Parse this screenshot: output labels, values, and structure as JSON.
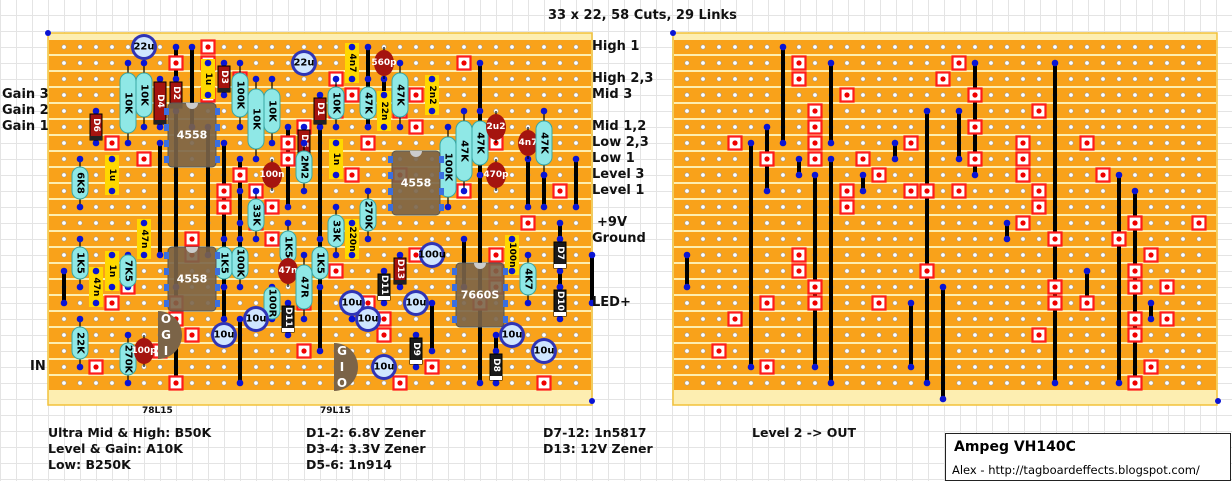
{
  "title": "33 x 22, 58 Cuts, 29 Links",
  "grid": {
    "cols": 33,
    "rows": 22
  },
  "colors": {
    "board_bg": "#fdeeb1",
    "strip": "#f9a21a",
    "strip_gap": "#ffe39b",
    "hole": "#ffffff",
    "cut_border": "#ff1a1a",
    "link": "#000000",
    "pad": "#0a14d4",
    "resistor": "#8fe8e6",
    "film_cap": "#ffd800",
    "ceramic_cap": "#a5140f",
    "electrolytic": "#2f34b6",
    "ic": "#7b6448",
    "zener": "#a5140f",
    "diode": "#1a1a1a"
  },
  "left_labels": [
    {
      "row": 3,
      "text": "Gain 3"
    },
    {
      "row": 4,
      "text": "Gain 2"
    },
    {
      "row": 5,
      "text": "Gain 1"
    },
    {
      "row": 20,
      "text": "IN"
    }
  ],
  "right_labels": [
    {
      "row": 0,
      "text": "High 1"
    },
    {
      "row": 2,
      "text": "High 2,3"
    },
    {
      "row": 3,
      "text": "Mid 3"
    },
    {
      "row": 5,
      "text": "Mid 1,2"
    },
    {
      "row": 6,
      "text": "Low 2,3"
    },
    {
      "row": 7,
      "text": "Low 1"
    },
    {
      "row": 8,
      "text": "Level 3"
    },
    {
      "row": 9,
      "text": "Level 1"
    },
    {
      "row": 11,
      "text": "+9V"
    },
    {
      "row": 12,
      "text": "Ground"
    },
    {
      "row": 16,
      "text": "LED+"
    }
  ],
  "regulator_labels": [
    "78L15",
    "79L15"
  ],
  "notes": {
    "pots": [
      "Ultra Mid & High: B50K",
      "Level & Gain: A10K",
      "Low: B250K"
    ],
    "diodes_a": [
      "D1-2: 6.8V Zener",
      "D3-4: 3.3V Zener",
      "D5-6: 1n914"
    ],
    "diodes_b": [
      "D7-12: 1n5817",
      "D13: 12V Zener"
    ],
    "output": "Level 2 -> OUT"
  },
  "credit": {
    "title": "Ampeg VH140C",
    "author": "Alex - http://tagboardeffects.blogspot.com/"
  },
  "components": [
    {
      "type": "resistor",
      "label": "10K",
      "col": 4,
      "r1": 1,
      "r2": 6
    },
    {
      "type": "resistor",
      "label": "10K",
      "col": 5,
      "r1": 1,
      "r2": 5
    },
    {
      "type": "zener",
      "label": "D4",
      "col": 6,
      "r1": 2,
      "r2": 5
    },
    {
      "type": "zener",
      "label": "D2",
      "col": 7,
      "r1": 2,
      "r2": 4
    },
    {
      "type": "zener",
      "label": "D6",
      "col": 2,
      "r1": 4,
      "r2": 6
    },
    {
      "type": "film",
      "label": "1u",
      "col": 9,
      "r1": 1,
      "r2": 3
    },
    {
      "type": "zener",
      "label": "D3",
      "col": 10,
      "r1": 1,
      "r2": 3
    },
    {
      "type": "resistor",
      "label": "100K",
      "col": 11,
      "r1": 1,
      "r2": 5
    },
    {
      "type": "resistor",
      "label": "10K",
      "col": 12,
      "r1": 2,
      "r2": 7
    },
    {
      "type": "resistor",
      "label": "10K",
      "col": 13,
      "r1": 2,
      "r2": 6
    },
    {
      "type": "elec",
      "label": "22u",
      "col": 5,
      "row": 0
    },
    {
      "type": "elec",
      "label": "22u",
      "col": 15,
      "row": 1
    },
    {
      "type": "film",
      "label": "1u",
      "col": 3,
      "r1": 7,
      "r2": 9
    },
    {
      "type": "resistor",
      "label": "6K8",
      "col": 1,
      "r1": 7,
      "r2": 10
    },
    {
      "type": "ceramic",
      "label": "100n",
      "col": 13,
      "row": 8
    },
    {
      "type": "zener",
      "label": "D1",
      "col": 16,
      "r1": 3,
      "r2": 5
    },
    {
      "type": "zener",
      "label": "D5",
      "col": 15,
      "r1": 5,
      "r2": 7
    },
    {
      "type": "resistor",
      "label": "10K",
      "col": 17,
      "r1": 2,
      "r2": 5
    },
    {
      "type": "film",
      "label": "4n7",
      "col": 18,
      "r1": 0,
      "r2": 2
    },
    {
      "type": "resistor",
      "label": "47K",
      "col": 19,
      "r1": 2,
      "r2": 5
    },
    {
      "type": "ceramic",
      "label": "560p",
      "col": 20,
      "row": 1
    },
    {
      "type": "film",
      "label": "22n",
      "col": 20,
      "r1": 3,
      "r2": 5
    },
    {
      "type": "resistor",
      "label": "47K",
      "col": 21,
      "r1": 1,
      "r2": 5
    },
    {
      "type": "film",
      "label": "2n2",
      "col": 23,
      "r1": 2,
      "r2": 4
    },
    {
      "type": "resistor",
      "label": "2M2",
      "col": 15,
      "r1": 6,
      "r2": 9
    },
    {
      "type": "film",
      "label": "1n",
      "col": 17,
      "r1": 6,
      "r2": 8
    },
    {
      "type": "resistor",
      "label": "100K",
      "col": 24,
      "r1": 5,
      "r2": 10
    },
    {
      "type": "resistor",
      "label": "47K",
      "col": 25,
      "r1": 4,
      "r2": 9
    },
    {
      "type": "resistor",
      "label": "47K",
      "col": 26,
      "r1": 4,
      "r2": 8
    },
    {
      "type": "ceramic",
      "label": "2u2",
      "col": 27,
      "row": 5
    },
    {
      "type": "ceramic",
      "label": "4n7",
      "col": 29,
      "row": 6
    },
    {
      "type": "resistor",
      "label": "47K",
      "col": 30,
      "r1": 4,
      "r2": 8
    },
    {
      "type": "ceramic",
      "label": "470p",
      "col": 27,
      "row": 8
    },
    {
      "type": "resistor",
      "label": "270K",
      "col": 19,
      "r1": 9,
      "r2": 12
    },
    {
      "type": "resistor",
      "label": "33K",
      "col": 12,
      "r1": 9,
      "r2": 12
    },
    {
      "type": "resistor",
      "label": "33K",
      "col": 17,
      "r1": 10,
      "r2": 13
    },
    {
      "type": "resistor",
      "label": "1K5",
      "col": 14,
      "r1": 11,
      "r2": 14
    },
    {
      "type": "resistor",
      "label": "1K5",
      "col": 16,
      "r1": 12,
      "r2": 15
    },
    {
      "type": "film",
      "label": "220n",
      "col": 18,
      "r1": 11,
      "r2": 13
    },
    {
      "type": "film",
      "label": "47n",
      "col": 5,
      "r1": 11,
      "r2": 13
    },
    {
      "type": "resistor",
      "label": "1K5",
      "col": 1,
      "r1": 12,
      "r2": 15
    },
    {
      "type": "film",
      "label": "1n",
      "col": 3,
      "r1": 13,
      "r2": 15
    },
    {
      "type": "resistor",
      "label": "7K5",
      "col": 4,
      "r1": 13,
      "r2": 15
    },
    {
      "type": "film",
      "label": "47n",
      "col": 2,
      "r1": 14,
      "r2": 16
    },
    {
      "type": "resistor",
      "label": "1K5",
      "col": 10,
      "r1": 12,
      "r2": 15
    },
    {
      "type": "resistor",
      "label": "100K",
      "col": 11,
      "r1": 12,
      "r2": 15
    },
    {
      "type": "ceramic",
      "label": "47n",
      "col": 14,
      "row": 14
    },
    {
      "type": "resistor",
      "label": "47R",
      "col": 15,
      "r1": 13,
      "r2": 17
    },
    {
      "type": "resistor",
      "label": "100R",
      "col": 13,
      "r1": 15,
      "r2": 17
    },
    {
      "type": "diode",
      "label": "D11",
      "col": 14,
      "r1": 16,
      "r2": 18
    },
    {
      "type": "diode",
      "label": "D11",
      "col": 20,
      "r1": 14,
      "r2": 16
    },
    {
      "type": "zener",
      "label": "D13",
      "col": 21,
      "r1": 13,
      "r2": 15
    },
    {
      "type": "elec",
      "label": "100u",
      "col": 23,
      "row": 13
    },
    {
      "type": "film",
      "label": "100n",
      "col": 28,
      "r1": 12,
      "r2": 14
    },
    {
      "type": "resistor",
      "label": "4K7",
      "col": 29,
      "r1": 13,
      "r2": 16
    },
    {
      "type": "diode",
      "label": "D7",
      "col": 31,
      "r1": 12,
      "r2": 14
    },
    {
      "type": "diode",
      "label": "D10",
      "col": 31,
      "r1": 15,
      "r2": 17
    },
    {
      "type": "diode",
      "label": "D9",
      "col": 22,
      "r1": 18,
      "r2": 20
    },
    {
      "type": "diode",
      "label": "D8",
      "col": 27,
      "r1": 19,
      "r2": 21
    },
    {
      "type": "resistor",
      "label": "22K",
      "col": 1,
      "r1": 17,
      "r2": 20
    },
    {
      "type": "resistor",
      "label": "270K",
      "col": 4,
      "r1": 18,
      "r2": 21
    },
    {
      "type": "ceramic",
      "label": "100p",
      "col": 5,
      "row": 19
    },
    {
      "type": "elec",
      "label": "10u",
      "col": 12,
      "row": 17
    },
    {
      "type": "elec",
      "label": "10u",
      "col": 10,
      "row": 18
    },
    {
      "type": "elec",
      "label": "10u",
      "col": 18,
      "row": 16
    },
    {
      "type": "elec",
      "label": "10u",
      "col": 19,
      "row": 17
    },
    {
      "type": "elec",
      "label": "10u",
      "col": 22,
      "row": 16
    },
    {
      "type": "elec",
      "label": "10u",
      "col": 20,
      "row": 20
    },
    {
      "type": "elec",
      "label": "10u",
      "col": 28,
      "row": 18
    },
    {
      "type": "elec",
      "label": "10u",
      "col": 30,
      "row": 19
    },
    {
      "type": "ic",
      "label": "4558",
      "col": 7,
      "row": 4
    },
    {
      "type": "ic",
      "label": "4558",
      "col": 21,
      "row": 7
    },
    {
      "type": "ic",
      "label": "4558",
      "col": 7,
      "row": 13
    },
    {
      "type": "ic",
      "label": "7660S",
      "col": 25,
      "row": 14
    },
    {
      "type": "reg",
      "label": "OGI",
      "col": 6,
      "row": 17
    },
    {
      "type": "reg",
      "label": "GIO",
      "col": 17,
      "row": 19
    }
  ],
  "left_cuts": [
    [
      0,
      9
    ],
    [
      1,
      9
    ],
    [
      2,
      11
    ],
    [
      1,
      7
    ],
    [
      3,
      9
    ],
    [
      6,
      3
    ],
    [
      7,
      5
    ],
    [
      5,
      15
    ],
    [
      8,
      11
    ],
    [
      8,
      18
    ],
    [
      9,
      10
    ],
    [
      9,
      12
    ],
    [
      10,
      10
    ],
    [
      10,
      13
    ],
    [
      11,
      12
    ],
    [
      6,
      14
    ],
    [
      9,
      25
    ],
    [
      6,
      27
    ],
    [
      9,
      31
    ],
    [
      3,
      22
    ],
    [
      1,
      25
    ],
    [
      2,
      17
    ],
    [
      3,
      18
    ],
    [
      4,
      17
    ],
    [
      4,
      21
    ],
    [
      5,
      22
    ],
    [
      7,
      14
    ],
    [
      8,
      21
    ],
    [
      6,
      19
    ],
    [
      12,
      8
    ],
    [
      12,
      13
    ],
    [
      13,
      8
    ],
    [
      13,
      22
    ],
    [
      14,
      17
    ],
    [
      15,
      4
    ],
    [
      16,
      3
    ],
    [
      16,
      7
    ],
    [
      16,
      15
    ],
    [
      16,
      19
    ],
    [
      16,
      26
    ],
    [
      15,
      27
    ],
    [
      17,
      7
    ],
    [
      17,
      20
    ],
    [
      18,
      8
    ],
    [
      18,
      20
    ],
    [
      19,
      6
    ],
    [
      19,
      15
    ],
    [
      20,
      2
    ],
    [
      20,
      23
    ],
    [
      21,
      7
    ],
    [
      21,
      21
    ],
    [
      21,
      30
    ],
    [
      11,
      29
    ],
    [
      13,
      27
    ],
    [
      14,
      27
    ]
  ],
  "right_cuts": [
    [
      1,
      7
    ],
    [
      2,
      7
    ],
    [
      3,
      10
    ],
    [
      4,
      8
    ],
    [
      5,
      8
    ],
    [
      6,
      8
    ],
    [
      6,
      3
    ],
    [
      6,
      14
    ],
    [
      7,
      5
    ],
    [
      7,
      8
    ],
    [
      7,
      11
    ],
    [
      8,
      12
    ],
    [
      9,
      10
    ],
    [
      9,
      15
    ],
    [
      10,
      10
    ],
    [
      1,
      17
    ],
    [
      2,
      16
    ],
    [
      3,
      18
    ],
    [
      4,
      22
    ],
    [
      5,
      18
    ],
    [
      6,
      21
    ],
    [
      6,
      25
    ],
    [
      7,
      18
    ],
    [
      7,
      21
    ],
    [
      8,
      21
    ],
    [
      8,
      26
    ],
    [
      9,
      14
    ],
    [
      9,
      17
    ],
    [
      9,
      22
    ],
    [
      10,
      22
    ],
    [
      11,
      32
    ],
    [
      11,
      21
    ],
    [
      13,
      7
    ],
    [
      14,
      7
    ],
    [
      14,
      15
    ],
    [
      15,
      8
    ],
    [
      16,
      5
    ],
    [
      16,
      8
    ],
    [
      16,
      12
    ],
    [
      17,
      3
    ],
    [
      18,
      22
    ],
    [
      19,
      2
    ],
    [
      20,
      5
    ],
    [
      11,
      28
    ],
    [
      12,
      27
    ],
    [
      13,
      29
    ],
    [
      14,
      28
    ],
    [
      15,
      28
    ],
    [
      15,
      30
    ],
    [
      16,
      25
    ],
    [
      17,
      28
    ],
    [
      17,
      30
    ],
    [
      18,
      28
    ],
    [
      20,
      29
    ],
    [
      21,
      28
    ],
    [
      12,
      23
    ],
    [
      15,
      23
    ],
    [
      16,
      23
    ]
  ],
  "left_links": [
    [
      7,
      0,
      7,
      15
    ],
    [
      8,
      0,
      8,
      5
    ],
    [
      26,
      1,
      26,
      21
    ],
    [
      20,
      2,
      20,
      5
    ],
    [
      19,
      0,
      19,
      5
    ],
    [
      9,
      5,
      9,
      13
    ],
    [
      10,
      6,
      10,
      17
    ],
    [
      11,
      7,
      11,
      14
    ],
    [
      6,
      6,
      6,
      13
    ],
    [
      14,
      5,
      14,
      10
    ],
    [
      16,
      4,
      16,
      19
    ],
    [
      0,
      14,
      0,
      16
    ],
    [
      7,
      15,
      7,
      21
    ],
    [
      11,
      17,
      11,
      21
    ],
    [
      23,
      16,
      23,
      19
    ],
    [
      27,
      18,
      27,
      21
    ],
    [
      29,
      7,
      29,
      10
    ],
    [
      30,
      8,
      30,
      10
    ],
    [
      32,
      7,
      32,
      10
    ],
    [
      25,
      12,
      25,
      15
    ],
    [
      31,
      11,
      31,
      15
    ],
    [
      33,
      13,
      33,
      16
    ],
    [
      10,
      13,
      10,
      15
    ],
    [
      11,
      9,
      11,
      11
    ],
    [
      18,
      17,
      18,
      17
    ]
  ],
  "right_links": [
    [
      6,
      0,
      6,
      6
    ],
    [
      9,
      1,
      9,
      6
    ],
    [
      5,
      5,
      5,
      9
    ],
    [
      4,
      6,
      4,
      20
    ],
    [
      7,
      7,
      7,
      8
    ],
    [
      8,
      8,
      8,
      20
    ],
    [
      15,
      4,
      15,
      21
    ],
    [
      9,
      7,
      9,
      21
    ],
    [
      16,
      15,
      16,
      22
    ],
    [
      18,
      1,
      18,
      8
    ],
    [
      23,
      1,
      23,
      21
    ],
    [
      27,
      8,
      27,
      21
    ],
    [
      28,
      9,
      28,
      21
    ],
    [
      17,
      4,
      17,
      7
    ],
    [
      13,
      6,
      13,
      7
    ],
    [
      11,
      8,
      11,
      9
    ],
    [
      20,
      11,
      20,
      12
    ],
    [
      0,
      13,
      0,
      15
    ],
    [
      14,
      16,
      14,
      20
    ],
    [
      25,
      14,
      25,
      16
    ],
    [
      29,
      16,
      29,
      17
    ]
  ]
}
